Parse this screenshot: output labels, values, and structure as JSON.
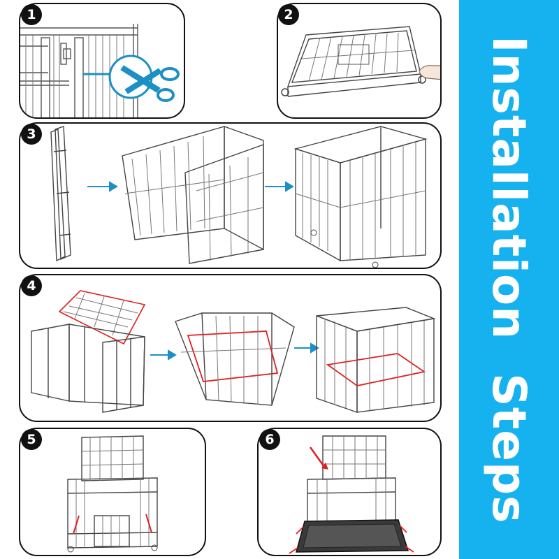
{
  "sidebar": {
    "title": "Installation  Steps",
    "background": "#16b2ef",
    "text_color": "#ffffff"
  },
  "steps": [
    {
      "number": "1",
      "icon": "scissors-icon"
    },
    {
      "number": "2",
      "icon": "hand-icon"
    },
    {
      "number": "3",
      "icon": "arrow-right-icon"
    },
    {
      "number": "4",
      "icon": "arrow-right-icon"
    },
    {
      "number": "5",
      "icon": ""
    },
    {
      "number": "6",
      "icon": "curved-arrow-icon"
    }
  ],
  "colors": {
    "outline": "#111111",
    "accent_blue": "#1c8fc4",
    "highlight_red": "#e02020",
    "tray": "#3a3a3a"
  }
}
